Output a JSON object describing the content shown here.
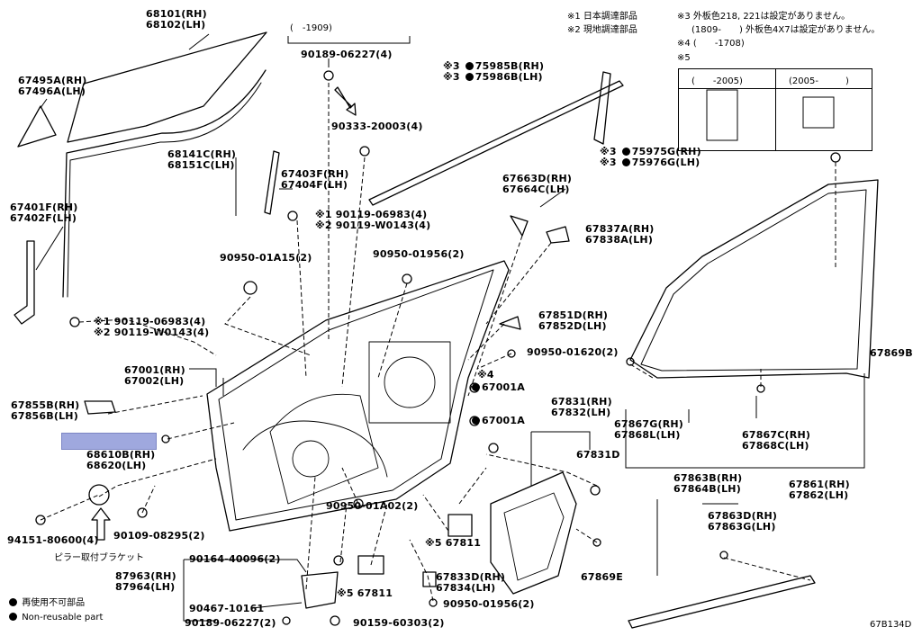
{
  "diagram": {
    "code": "67B134D",
    "labels": {
      "p68101": "68101(RH)",
      "p68102": "68102(LH)",
      "p67495a": "67495A(RH)",
      "p67496a": "67496A(LH)",
      "p68141c": "68141C(RH)",
      "p68151c": "68151C(LH)",
      "p67403f": "67403F(RH)",
      "p67404f": "67404F(LH)",
      "p67401f": "67401F(RH)",
      "p67402f": "67402F(LH)",
      "date_1909": "(　-1909)",
      "p90189a": "90189-06227(4)",
      "p90333": "90333-20003(4)",
      "p90119a1": "90119-06983(4)",
      "p90119a2": "90119-W0143(4)",
      "p90950_01a15": "90950-01A15(2)",
      "p90950_01956a": "90950-01956(2)",
      "p90119b1": "90119-06983(4)",
      "p90119b2": "90119-W0143(4)",
      "p75985b": "75985B(RH)",
      "p75986b": "75986B(LH)",
      "p75975g": "75975G(RH)",
      "p75976g": "75976G(LH)",
      "p67663d": "67663D(RH)",
      "p67664c": "67664C(LH)",
      "p67837a": "67837A(RH)",
      "p67838a": "67838A(LH)",
      "p67851d": "67851D(RH)",
      "p67852d": "67852D(LH)",
      "p90950_01620": "90950-01620(2)",
      "p67001": "67001(RH)",
      "p67002": "67002(LH)",
      "p67855b": "67855B(RH)",
      "p67856b": "67856B(LH)",
      "mark4": "※4",
      "p67001a1": "67001A",
      "p67001a2": "67001A",
      "p67831": "67831(RH)",
      "p67832": "67832(LH)",
      "p67831d": "67831D",
      "p68610b": "68610B(RH)",
      "p68620": "68620(LH)",
      "p94151": "94151-80600(4)",
      "p90109": "90109-08295(2)",
      "bracket_note": "ピラー取付ブラケット",
      "p90164": "90164-40096(2)",
      "p87963": "87963(RH)",
      "p87964": "87964(LH)",
      "p90467": "90467-10161",
      "p90189b": "90189-06227(2)",
      "p90159": "90159-60303(2)",
      "p90950_01a02": "90950-01A02(2)",
      "p67811a": "67811",
      "p67811b": "67811",
      "p67833d": "67833D(RH)",
      "p67834": "67834(LH)",
      "p90950_01956b": "90950-01956(2)",
      "p67869e": "67869E",
      "p67869b": "67869B",
      "p67867g": "67867G(RH)",
      "p67868l": "67868L(LH)",
      "p67867c": "67867C(RH)",
      "p67868c": "67868C(LH)",
      "p67863b": "67863B(RH)",
      "p67864b": "67864B(LH)",
      "p67863d": "67863D(RH)",
      "p67863g": "67863G(LH)",
      "p67861": "67861(RH)",
      "p67862": "67862(LH)"
    },
    "marks": {
      "m1": "※1",
      "m2": "※2",
      "m3": "※3",
      "m5": "※5"
    }
  },
  "notes": {
    "n1": "※1 日本調達部品",
    "n2": "※2 現地調達部品",
    "n3a": "※3 外板色218, 221は設定がありません。",
    "n3b": "(1809-　　) 外板色4X7は設定がありません。",
    "n4": "※4 (　　-1708)",
    "n5": "※5",
    "table_left": "(　　-2005)",
    "table_right": "(2005-　　　)"
  },
  "legend": {
    "jp": "再使用不可部品",
    "en": "Non-reusable part"
  },
  "colors": {
    "ink": "#000000",
    "highlight": "#9fa8de"
  }
}
